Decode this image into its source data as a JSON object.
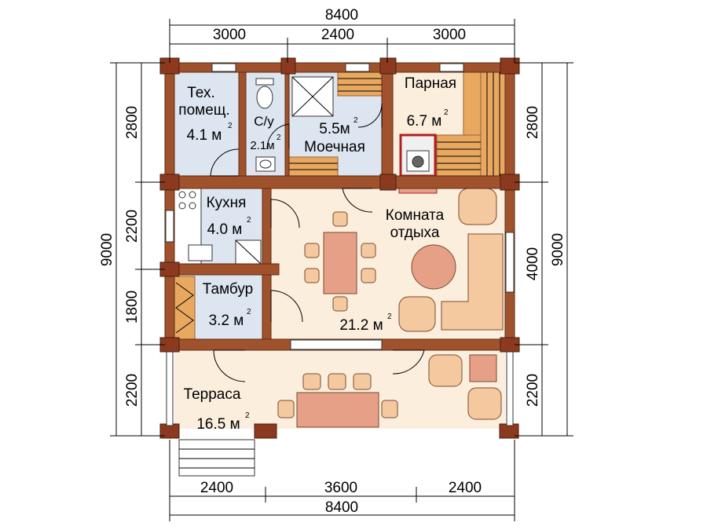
{
  "dimensions": {
    "top_total": "8400",
    "top_left": "3000",
    "top_mid": "2400",
    "top_right": "3000",
    "bottom_left": "2400",
    "bottom_mid": "3600",
    "bottom_right": "2400",
    "bottom_total": "8400",
    "left_total": "9000",
    "left_1": "2800",
    "left_2": "2200",
    "left_3": "1800",
    "left_4": "2200",
    "right_total": "9000",
    "right_1": "2800",
    "right_2": "4000",
    "right_3": "2200"
  },
  "rooms": {
    "tech": {
      "name1": "Тех.",
      "name2": "помещ.",
      "area": "4.1 м",
      "sup": "2"
    },
    "wc": {
      "name": "С/у",
      "area": "2.1м",
      "sup": "2"
    },
    "wash": {
      "area": "5.5м",
      "sup": "2",
      "name": "Моечная"
    },
    "steam": {
      "name": "Парная",
      "area": "6.7 м",
      "sup": "2"
    },
    "kitchen": {
      "name": "Кухня",
      "area": "4.0 м",
      "sup": "2"
    },
    "lounge": {
      "name1": "Комната",
      "name2": "отдыха",
      "area": "21.2 м",
      "sup": "2"
    },
    "vestibule": {
      "name": "Тамбур",
      "area": "3.2 м",
      "sup": "2"
    },
    "terrace": {
      "name": "Терраса",
      "area": "16.5 м",
      "sup": "2"
    }
  },
  "colors": {
    "wall": "#a0522d",
    "log": "#8b3a1f",
    "service_floor": "#dde6f0",
    "living_floor": "#fbeedd",
    "sauna_wood": "#e8a860",
    "furniture": "#f5c9a0",
    "table": "#e6a088"
  }
}
